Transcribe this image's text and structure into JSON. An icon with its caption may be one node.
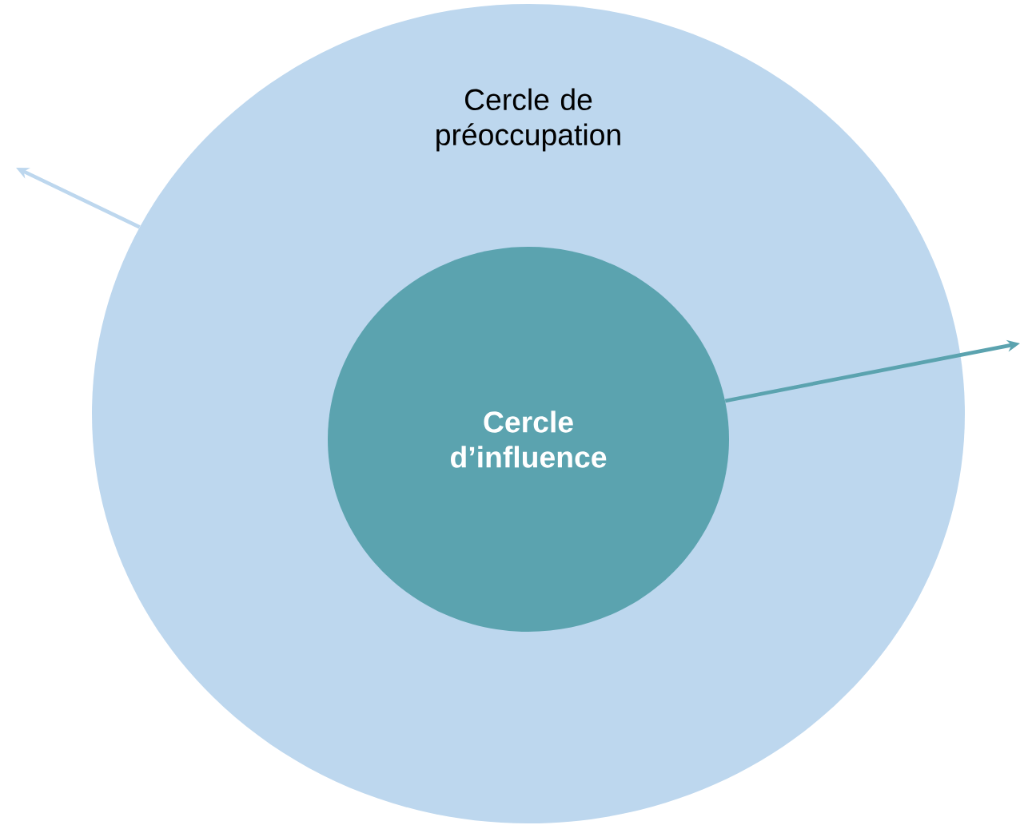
{
  "diagram": {
    "nodes": [
      {
        "text": [
          "Cercle de préoccupation"
        ]
      },
      {
        "text": [
          "Cercle d’influence"
        ],
        "in": 0
      }
    ],
    "edges": [
      {
        "from": 0,
        "to": null,
        "arrow": "to",
        "color": "#bdd7ee"
      },
      {
        "from": 1,
        "to": null,
        "arrow": "to",
        "color": "#5ba3af"
      }
    ]
  }
}
